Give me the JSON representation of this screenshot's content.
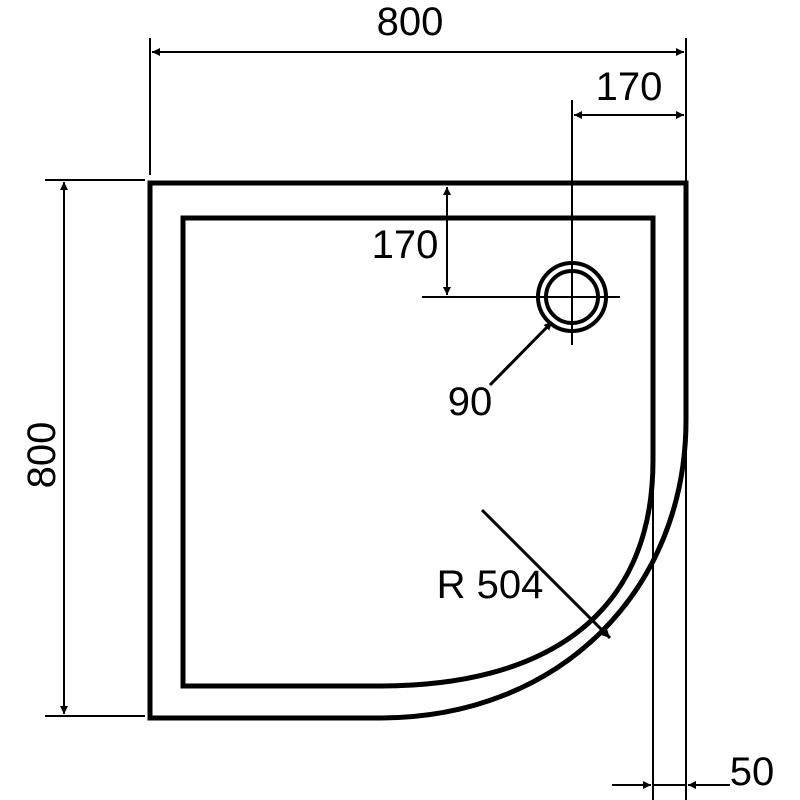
{
  "drawing": {
    "width_label": "800",
    "height_label": "800",
    "drain_offset_x_label": "170",
    "drain_offset_y_label": "170",
    "drain_diameter_label": "90",
    "radius_label": "R 504",
    "rim_width_label": "50",
    "line_color": "#000000",
    "background_color": "#ffffff"
  }
}
